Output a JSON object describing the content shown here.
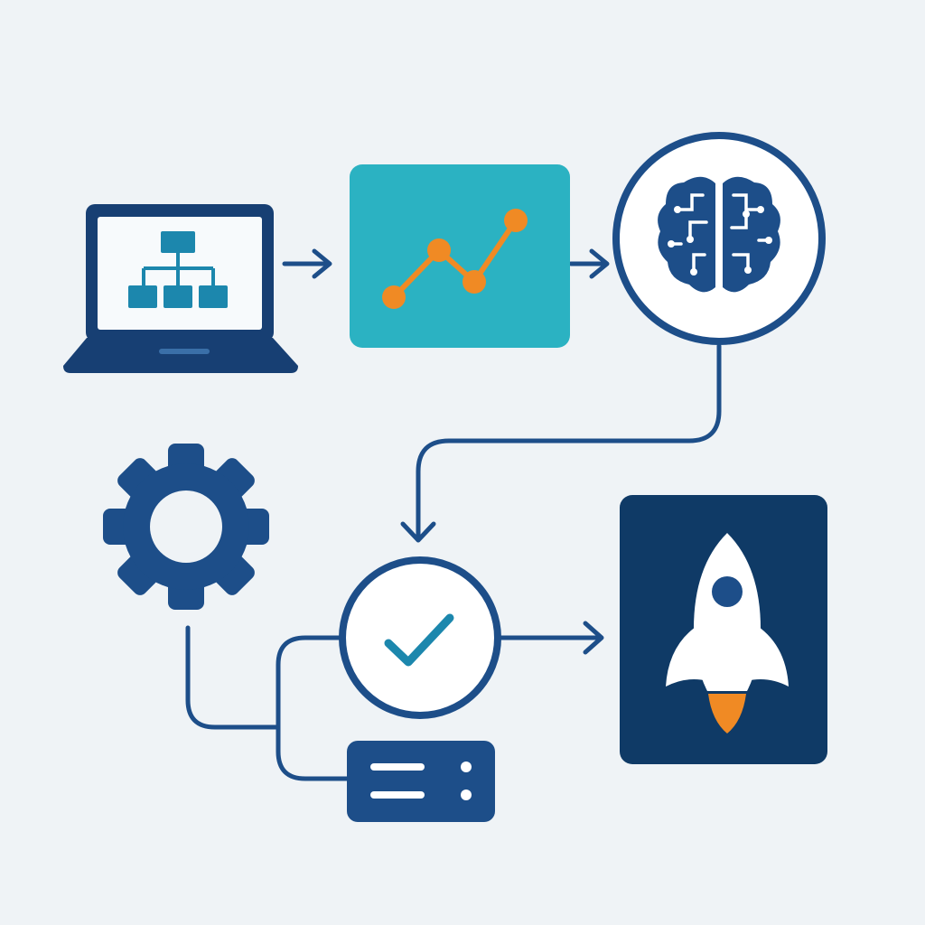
{
  "colors": {
    "background": "#EFF3F6",
    "navy": "#1D4E89",
    "dark_navy": "#0F3A66",
    "teal": "#2BB2C2",
    "mid_teal": "#1C87AD",
    "orange": "#F08A24",
    "white": "#FFFFFF"
  },
  "nodes": [
    {
      "id": "laptop",
      "icon": "laptop-hierarchy-icon"
    },
    {
      "id": "analytics",
      "icon": "line-chart-icon"
    },
    {
      "id": "ai",
      "icon": "brain-icon"
    },
    {
      "id": "settings",
      "icon": "gear-icon"
    },
    {
      "id": "validation",
      "icon": "checkmark-icon"
    },
    {
      "id": "server",
      "icon": "server-icon"
    },
    {
      "id": "deployment",
      "icon": "rocket-icon"
    }
  ],
  "edges": [
    {
      "from": "laptop",
      "to": "analytics",
      "arrow": true
    },
    {
      "from": "analytics",
      "to": "ai",
      "arrow": true
    },
    {
      "from": "ai",
      "to": "validation",
      "arrow": true
    },
    {
      "from": "validation",
      "to": "deployment",
      "arrow": true
    },
    {
      "from": "settings",
      "to": "server",
      "arrow": false
    },
    {
      "from": "server",
      "to": "validation",
      "arrow": false
    }
  ]
}
